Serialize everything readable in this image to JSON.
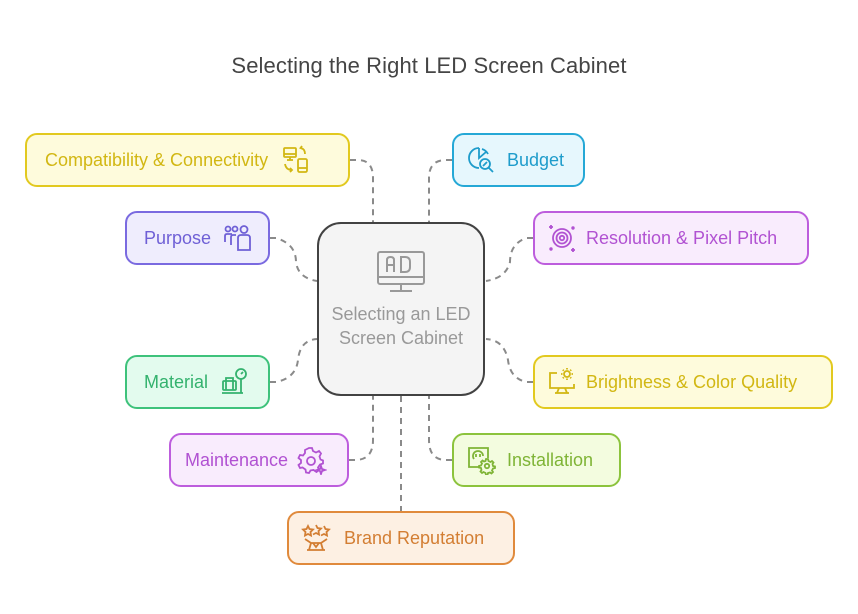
{
  "title": "Selecting the Right LED Screen Cabinet",
  "center": {
    "label": "Selecting an LED Screen Cabinet",
    "icon": "monitor-ad-icon",
    "colors": {
      "border": "#424242",
      "fill": "#f4f4f4",
      "text": "#999999"
    }
  },
  "nodes": [
    {
      "id": "compatibility",
      "label": "Compatibility & Connectivity",
      "icon": "devices-sync-icon",
      "side": "left",
      "colors": {
        "border": "#e2c91f",
        "fill": "#fefbdc",
        "text": "#d2b713"
      }
    },
    {
      "id": "purpose",
      "label": "Purpose",
      "icon": "group-people-icon",
      "side": "left",
      "colors": {
        "border": "#7a6ae0",
        "fill": "#efedfd",
        "text": "#6f60d6"
      }
    },
    {
      "id": "material",
      "label": "Material",
      "icon": "luggage-scale-icon",
      "side": "left",
      "colors": {
        "border": "#3ec27b",
        "fill": "#e3fbee",
        "text": "#34b26e"
      }
    },
    {
      "id": "maintenance",
      "label": "Maintenance",
      "icon": "gear-sparkle-icon",
      "side": "left",
      "colors": {
        "border": "#bd5ddd",
        "fill": "#f9ecfd",
        "text": "#b152d2"
      }
    },
    {
      "id": "budget",
      "label": "Budget",
      "icon": "pie-chart-search-icon",
      "side": "right",
      "colors": {
        "border": "#25a8d6",
        "fill": "#e6f7fd",
        "text": "#1e9ccb"
      }
    },
    {
      "id": "resolution",
      "label": "Resolution & Pixel Pitch",
      "icon": "target-sparkle-icon",
      "side": "right",
      "colors": {
        "border": "#bd5ddd",
        "fill": "#f9ecfd",
        "text": "#b152d2"
      }
    },
    {
      "id": "brightness",
      "label": "Brightness & Color Quality",
      "icon": "monitor-sun-icon",
      "side": "right",
      "colors": {
        "border": "#e2c91f",
        "fill": "#fefbdc",
        "text": "#d2b713"
      }
    },
    {
      "id": "installation",
      "label": "Installation",
      "icon": "plug-gear-icon",
      "side": "right",
      "colors": {
        "border": "#8cc33d",
        "fill": "#f3fcdf",
        "text": "#7fb436"
      }
    },
    {
      "id": "brand",
      "label": "Brand Reputation",
      "icon": "stars-hands-icon",
      "side": "bottom",
      "colors": {
        "border": "#e08a3c",
        "fill": "#fdf0e3",
        "text": "#d37e33"
      }
    }
  ],
  "connector_color": "#8a8a8a"
}
